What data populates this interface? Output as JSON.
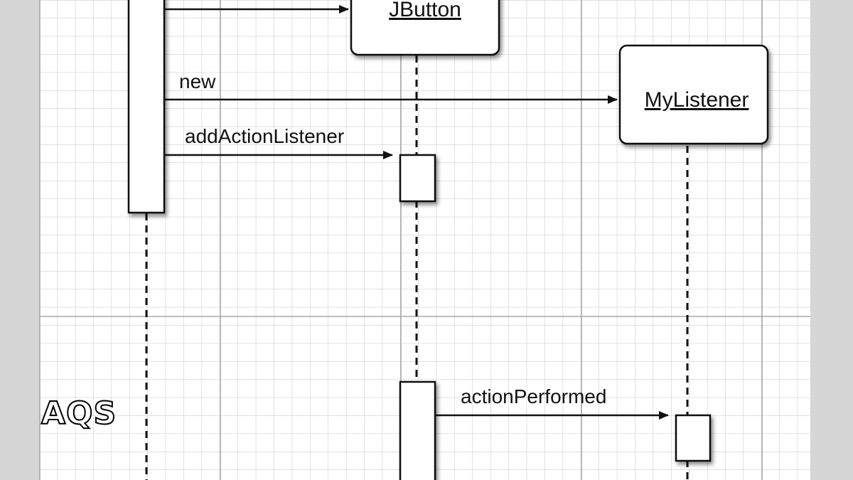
{
  "diagram": {
    "objects": {
      "jbutton": "JButton",
      "mylistener": "MyListener"
    },
    "messages": {
      "new": "new",
      "add_action_listener": "addActionListener",
      "action_performed": "actionPerformed"
    }
  },
  "watermark": {
    "text": "AQS"
  }
}
